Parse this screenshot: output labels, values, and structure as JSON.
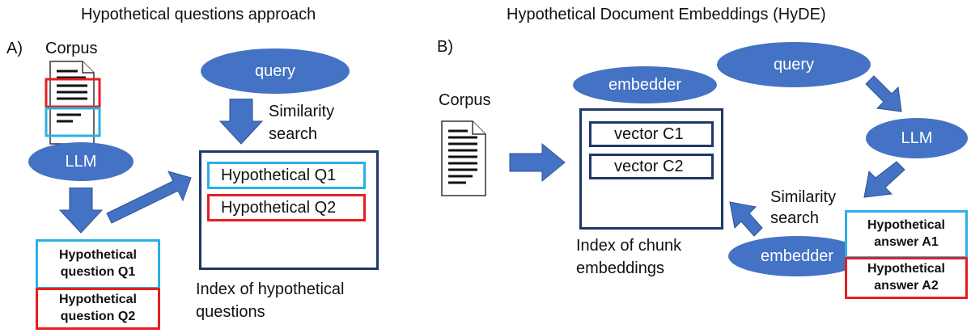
{
  "colors": {
    "oval": "#4472c4",
    "arrow": "#4472c4",
    "index_border": "#1f3864",
    "cyan": "#2bb0e6",
    "red": "#e51f1f"
  },
  "left": {
    "title": "Hypothetical questions approach",
    "panel_label": "A)",
    "corpus_label": "Corpus",
    "llm": "LLM",
    "query": "query",
    "similarity_line1": "Similarity",
    "similarity_line2": "search",
    "index_items": [
      "Hypothetical  Q1",
      "Hypothetical  Q2"
    ],
    "index_caption_line1": "Index of hypothetical",
    "index_caption_line2": "questions",
    "hq1_line1": "Hypothetical",
    "hq1_line2": "question Q1",
    "hq2_line1": "Hypothetical",
    "hq2_line2": "question Q2"
  },
  "right": {
    "title": "Hypothetical Document Embeddings (HyDE)",
    "panel_label": "B)",
    "corpus_label": "Corpus",
    "embedder_top": "embedder",
    "query": "query",
    "llm": "LLM",
    "vectors": [
      "vector C1",
      "vector C2"
    ],
    "index_caption_line1": "Index of chunk",
    "index_caption_line2": "embeddings",
    "similarity_line1": "Similarity",
    "similarity_line2": "search",
    "embedder_bottom": "embedder",
    "ha1_line1": "Hypothetical",
    "ha1_line2": "answer A1",
    "ha2_line1": "Hypothetical",
    "ha2_line2": "answer A2"
  }
}
